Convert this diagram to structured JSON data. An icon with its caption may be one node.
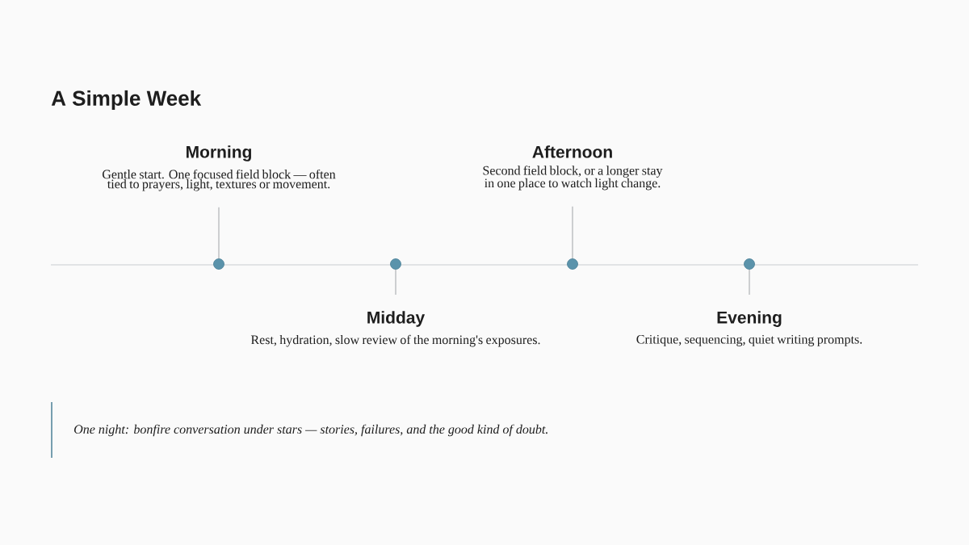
{
  "diagram": {
    "title": "A Simple Week",
    "nodes": [
      {
        "text": [
          "Morning",
          "Gentle start. One focused field block — often tied to prayers, light, textures or movement."
        ]
      },
      {
        "text": [],
        "shape": "circle"
      },
      {
        "text": [],
        "shape": "circle"
      },
      {
        "text": [
          "Midday",
          "Rest, hydration, slow review of the morning's exposures."
        ]
      },
      {
        "text": [
          "Afternoon",
          "Second field block, or a longer stay in one place to watch light change."
        ]
      },
      {
        "text": [],
        "shape": "circle"
      },
      {
        "text": [],
        "shape": "circle"
      },
      {
        "text": [
          "Evening",
          "Critique, sequencing, quiet writing prompts."
        ]
      }
    ],
    "edges": [
      {
        "from": 1,
        "to": 0,
        "arrow": "none"
      },
      {
        "from": 2,
        "to": 3,
        "arrow": "none"
      },
      {
        "from": 5,
        "to": 4,
        "arrow": "none"
      },
      {
        "from": 6,
        "to": 7,
        "arrow": "none"
      }
    ],
    "labels": [
      "One night: bonfire conversation under stars — stories, failures, and the good kind of doubt."
    ]
  }
}
